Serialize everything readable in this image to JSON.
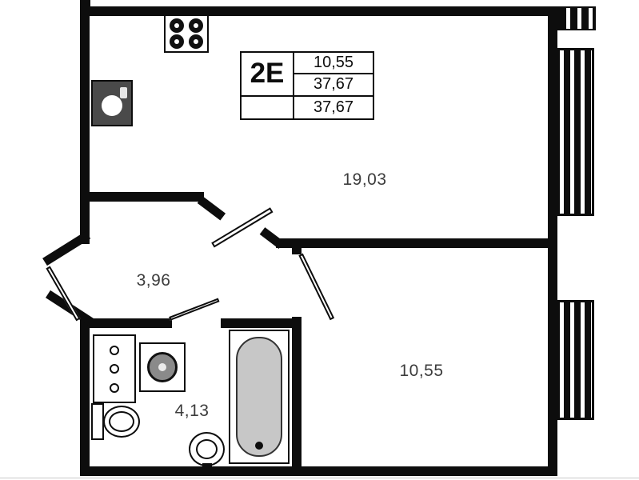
{
  "plan": {
    "unit": {
      "type_label": "2E",
      "rows": [
        "10,55",
        "37,67",
        "37,67"
      ]
    },
    "rooms": {
      "living": {
        "area": "19,03"
      },
      "hall": {
        "area": "3,96"
      },
      "bathroom": {
        "area": "4,13"
      },
      "bedroom": {
        "area": "10,55"
      }
    },
    "fixtures": [
      "stove",
      "kitchen-sink",
      "cabinet",
      "washing-machine",
      "toilet",
      "washbasin",
      "bathtub"
    ],
    "windows": [
      "corner-glazing",
      "right-upper-window",
      "right-lower-window"
    ],
    "colors": {
      "wall": "#0d0d0d",
      "label_text": "#3c3c3c",
      "tub_fill": "#c7c7c7"
    }
  }
}
